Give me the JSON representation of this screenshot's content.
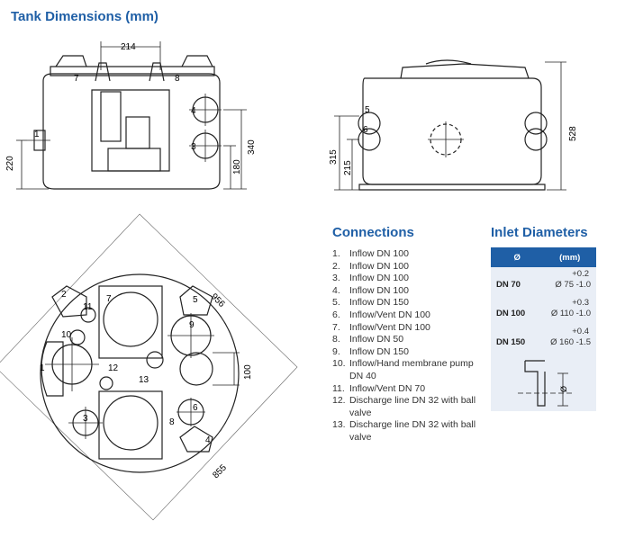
{
  "title": "Tank Dimensions (mm)",
  "side_view": {
    "dim_top": "214",
    "dim_left": "220",
    "dim_right_a": "340",
    "dim_right_b": "180",
    "labels": [
      "7",
      "8",
      "4",
      "3",
      "1"
    ]
  },
  "front_view": {
    "dim_height": "528",
    "dim_a": "315",
    "dim_b": "215",
    "labels": [
      "5",
      "6"
    ]
  },
  "top_view": {
    "dim_diag": "956",
    "dim_bottom": "855",
    "dim_inner": "100",
    "labels": [
      "2",
      "11",
      "10",
      "1",
      "7",
      "12",
      "13",
      "9",
      "5",
      "3",
      "6",
      "8",
      "4"
    ]
  },
  "connections": {
    "title": "Connections",
    "items": [
      {
        "num": "1.",
        "text": "Inflow DN 100"
      },
      {
        "num": "2.",
        "text": "Inflow DN 100"
      },
      {
        "num": "3.",
        "text": "Inflow DN 100"
      },
      {
        "num": "4.",
        "text": "Inflow DN 100"
      },
      {
        "num": "5.",
        "text": "Inflow DN 150"
      },
      {
        "num": "6.",
        "text": "Inflow/Vent DN 100"
      },
      {
        "num": "7.",
        "text": "Inflow/Vent DN 100"
      },
      {
        "num": "8.",
        "text": "Inflow DN 50"
      },
      {
        "num": "9.",
        "text": "Inflow DN 150"
      },
      {
        "num": "10.",
        "text": "Inflow/Hand membrane pump DN 40"
      },
      {
        "num": "11.",
        "text": "Inflow/Vent DN 70"
      },
      {
        "num": "12.",
        "text": "Discharge line DN 32 with ball valve"
      },
      {
        "num": "13.",
        "text": "Discharge line DN 32 with ball valve"
      }
    ]
  },
  "inlet": {
    "title": "Inlet Diameters",
    "col1": "Ø",
    "col2": "(mm)",
    "rows": [
      {
        "dn": "DN 70",
        "tol": "+0.2",
        "val": "Ø 75 -1.0"
      },
      {
        "dn": "DN 100",
        "tol": "+0.3",
        "val": "Ø 110 -1.0"
      },
      {
        "dn": "DN 150",
        "tol": "+0.4",
        "val": "Ø 160 -1.5"
      }
    ],
    "diagram_label": "Ø"
  },
  "colors": {
    "accent": "#1f5fa6",
    "table_bg": "#e9eef6",
    "line": "#222222"
  }
}
